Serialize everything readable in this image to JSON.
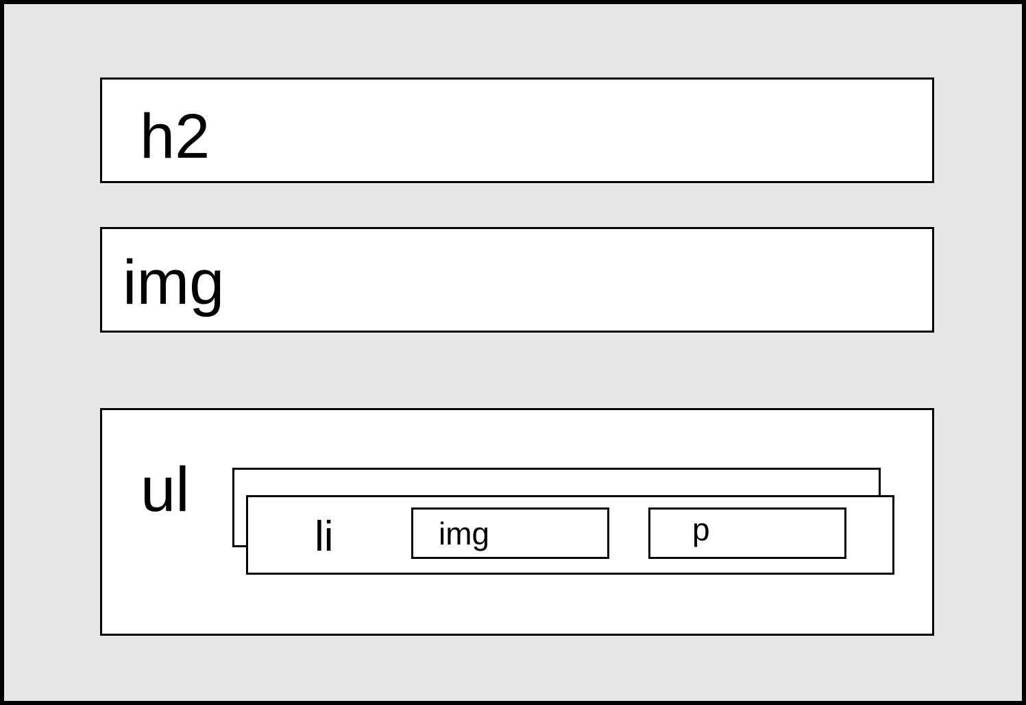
{
  "blocks": {
    "heading": {
      "label": "h2"
    },
    "image": {
      "label": "img"
    },
    "list": {
      "label": "ul",
      "item": {
        "label": "li",
        "image_label": "img",
        "paragraph_label": "p"
      }
    }
  }
}
